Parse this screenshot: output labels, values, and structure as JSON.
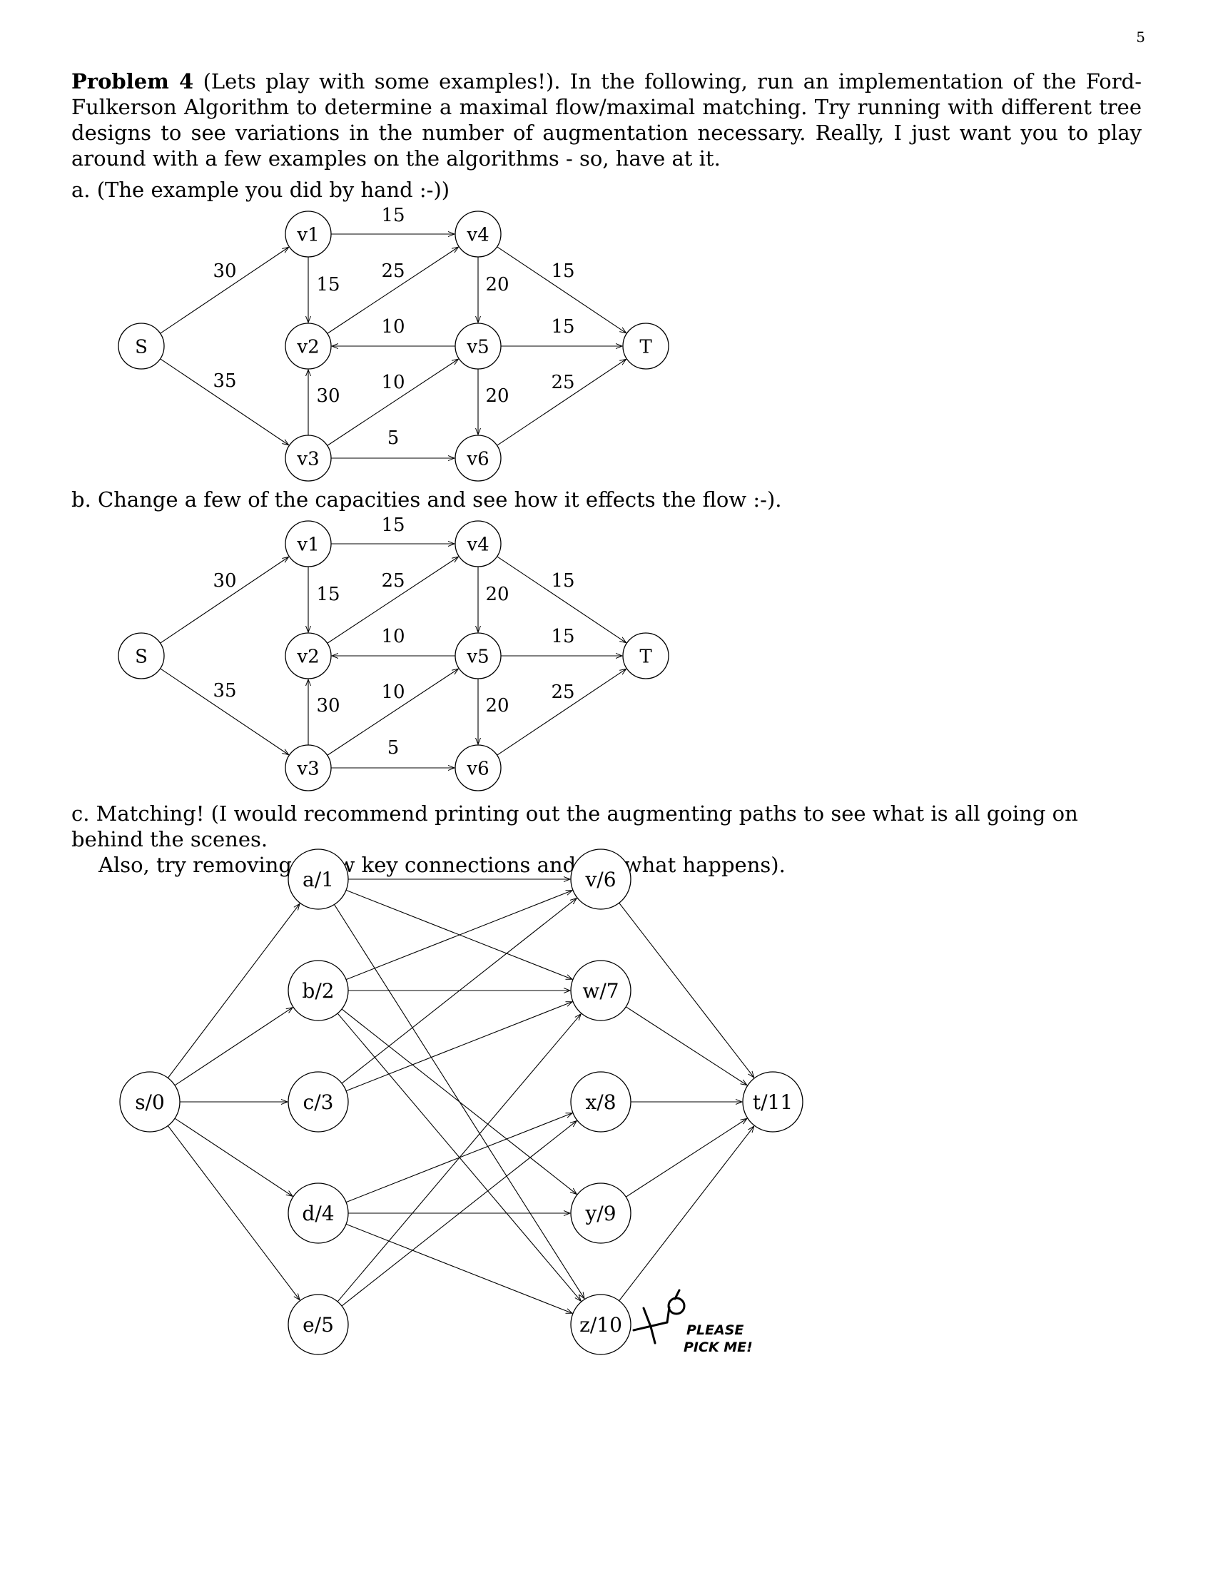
{
  "page_number": "5",
  "problem": {
    "title": "Problem 4",
    "subtitle": "(Lets play with some examples!).",
    "body": "In the following, run an implementation of the Ford-Fulkerson Algorithm to determine a maximal flow/maximal matching. Try running with different tree designs to see variations in the number of augmentation necessary. Really, I just want you to play around with a few examples on the algorithms - so, have at it."
  },
  "parts": {
    "a": "a. (The example you did by hand :-))",
    "b": "b. Change a few of the capacities and see how it effects the flow :-).",
    "c_line1": "c. Matching! (I would recommend printing out the augmenting paths to see what is all going on behind the scenes.",
    "c_line2": "Also, try removing a few key connections and see what happens)."
  },
  "flow_graph": {
    "nodes": {
      "S": "S",
      "v1": "v1",
      "v2": "v2",
      "v3": "v3",
      "v4": "v4",
      "v5": "v5",
      "v6": "v6",
      "T": "T"
    },
    "edges": [
      {
        "from": "S",
        "to": "v1",
        "cap": "30"
      },
      {
        "from": "S",
        "to": "v3",
        "cap": "35"
      },
      {
        "from": "v1",
        "to": "v4",
        "cap": "15"
      },
      {
        "from": "v1",
        "to": "v2",
        "cap": "15"
      },
      {
        "from": "v2",
        "to": "v4",
        "cap": "25"
      },
      {
        "from": "v5",
        "to": "v2",
        "cap": "10"
      },
      {
        "from": "v3",
        "to": "v2",
        "cap": "30"
      },
      {
        "from": "v3",
        "to": "v5",
        "cap": "10"
      },
      {
        "from": "v3",
        "to": "v6",
        "cap": "5"
      },
      {
        "from": "v4",
        "to": "v5",
        "cap": "20"
      },
      {
        "from": "v4",
        "to": "T",
        "cap": "15"
      },
      {
        "from": "v5",
        "to": "T",
        "cap": "15"
      },
      {
        "from": "v5",
        "to": "v6",
        "cap": "20"
      },
      {
        "from": "v6",
        "to": "T",
        "cap": "25"
      }
    ]
  },
  "matching_graph": {
    "nodes": {
      "s": "s/0",
      "a": "a/1",
      "b": "b/2",
      "c": "c/3",
      "d": "d/4",
      "e": "e/5",
      "v": "v/6",
      "w": "w/7",
      "x": "x/8",
      "y": "y/9",
      "z": "z/10",
      "t": "t/11"
    },
    "edges": [
      [
        "s",
        "a"
      ],
      [
        "s",
        "b"
      ],
      [
        "s",
        "c"
      ],
      [
        "s",
        "d"
      ],
      [
        "s",
        "e"
      ],
      [
        "a",
        "v"
      ],
      [
        "a",
        "w"
      ],
      [
        "a",
        "z"
      ],
      [
        "b",
        "v"
      ],
      [
        "b",
        "w"
      ],
      [
        "b",
        "y"
      ],
      [
        "b",
        "z"
      ],
      [
        "c",
        "v"
      ],
      [
        "c",
        "w"
      ],
      [
        "d",
        "x"
      ],
      [
        "d",
        "y"
      ],
      [
        "d",
        "z"
      ],
      [
        "e",
        "w"
      ],
      [
        "e",
        "x"
      ],
      [
        "v",
        "t"
      ],
      [
        "w",
        "t"
      ],
      [
        "x",
        "t"
      ],
      [
        "y",
        "t"
      ],
      [
        "z",
        "t"
      ]
    ]
  },
  "handwritten_note": {
    "line1": "PLEASE",
    "line2": "PICK ME!"
  }
}
